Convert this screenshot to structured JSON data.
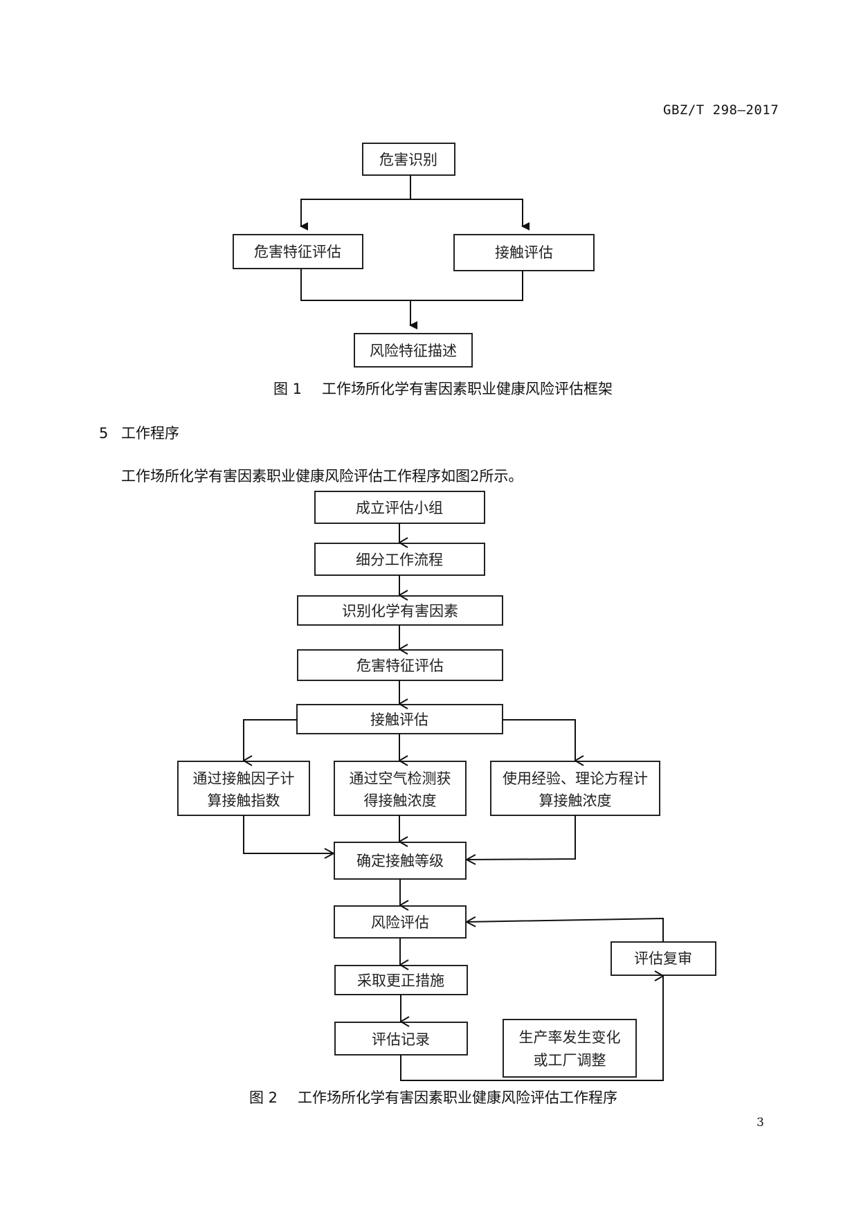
{
  "header": {
    "standard_code": "GBZ/T 298—2017"
  },
  "figure1": {
    "nodes": {
      "hazard_identification": "危害识别",
      "hazard_characterization": "危害特征评估",
      "exposure_assessment": "接触评估",
      "risk_characterization": "风险特征描述"
    },
    "caption_number": "图 1",
    "caption_title": "工作场所化学有害因素职业健康风险评估框架"
  },
  "section": {
    "number": "5",
    "title": "工作程序"
  },
  "intro_paragraph": "工作场所化学有害因素职业健康风险评估工作程序如图2所示。",
  "figure2": {
    "nodes": {
      "form_team": "成立评估小组",
      "subdivide_process": "细分工作流程",
      "identify_hazards": "识别化学有害因素",
      "hazard_characterization": "危害特征评估",
      "exposure_assessment": "接触评估",
      "method_factor": [
        "通过接触因子计",
        "算接触指数"
      ],
      "method_air": [
        "通过空气检测获",
        "得接触浓度"
      ],
      "method_model": [
        "使用经验、理论方程计",
        "算接触浓度"
      ],
      "exposure_level": "确定接触等级",
      "risk_assessment": "风险评估",
      "corrective_measures": "采取更正措施",
      "assessment_record": "评估记录",
      "trigger": [
        "生产率发生变化",
        "或工厂调整"
      ],
      "review": "评估复审"
    },
    "caption_number": "图 2",
    "caption_title": "工作场所化学有害因素职业健康风险评估工作程序"
  },
  "page_number": "3"
}
